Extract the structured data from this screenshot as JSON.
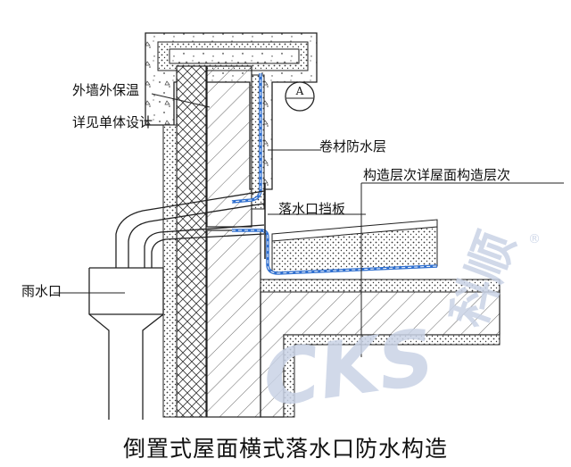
{
  "labels": {
    "outer_insulation": "外墙外保温",
    "see_unit_design": "详见单体设计",
    "membrane_waterproof": "卷材防水层",
    "structure_layers": "构造层次详屋面构造层次",
    "outlet_baffle": "落水口挡板",
    "rain_outlet": "雨水口"
  },
  "detail_marker": "A",
  "caption": "倒置式屋面横式落水口防水构造",
  "watermark": {
    "text": "科顺",
    "logo": "CKS",
    "registered_mark": "®"
  },
  "colors": {
    "waterproof_layer": "#2f6fcf",
    "line": "#222222",
    "watermark": "#c9d3e6"
  }
}
